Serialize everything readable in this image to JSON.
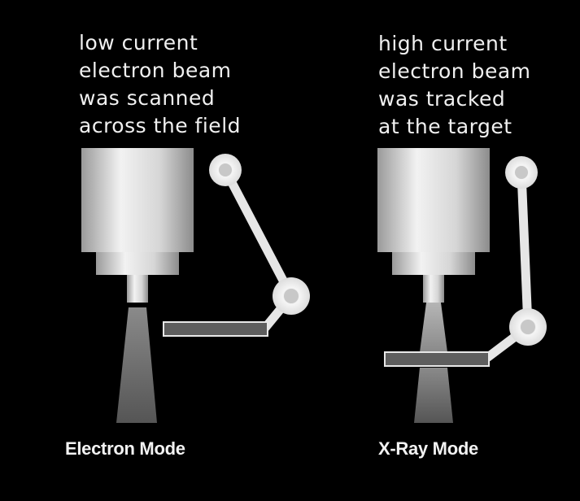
{
  "panels": [
    {
      "caption_lines": [
        "low current",
        "electron beam",
        "was scanned",
        "across the field"
      ],
      "mode_label": "Electron Mode"
    },
    {
      "caption_lines": [
        "high current",
        "electron beam",
        "was tracked",
        "at the target"
      ],
      "mode_label": "X-Ray Mode"
    }
  ],
  "colors": {
    "background": "#000000",
    "text": "#f0f0f0",
    "gun_body": "#dcdcdc",
    "beam": "#7a7a7a",
    "target_fill": "#5e5e5e",
    "arm": "#e6e6e6"
  }
}
